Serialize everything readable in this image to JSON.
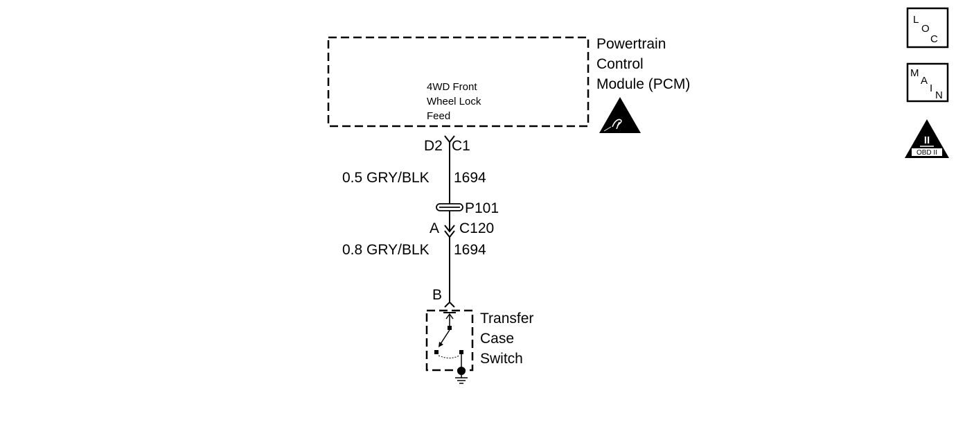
{
  "pcm": {
    "name_line1": "Powertrain",
    "name_line2": "Control",
    "name_line3": "Module (PCM)",
    "circuit_line1": "4WD Front",
    "circuit_line2": "Wheel Lock",
    "circuit_line3": "Feed"
  },
  "connectors": {
    "pcm_pin": "D2",
    "pcm_connector": "C1",
    "splice": "P101",
    "inline_pin": "A",
    "inline_connector": "C120",
    "switch_pin": "B"
  },
  "wires": {
    "upper_gauge_color": "0.5 GRY/BLK",
    "upper_circuit": "1694",
    "lower_gauge_color": "0.8 GRY/BLK",
    "lower_circuit": "1694"
  },
  "switch": {
    "name_line1": "Transfer",
    "name_line2": "Case",
    "name_line3": "Switch"
  },
  "legend": {
    "loc_l": "L",
    "loc_o": "O",
    "loc_c": "C",
    "main_m": "M",
    "main_a": "A",
    "main_i": "I",
    "main_n": "N",
    "obd_numeral": "II",
    "obd_text": "OBD II"
  }
}
